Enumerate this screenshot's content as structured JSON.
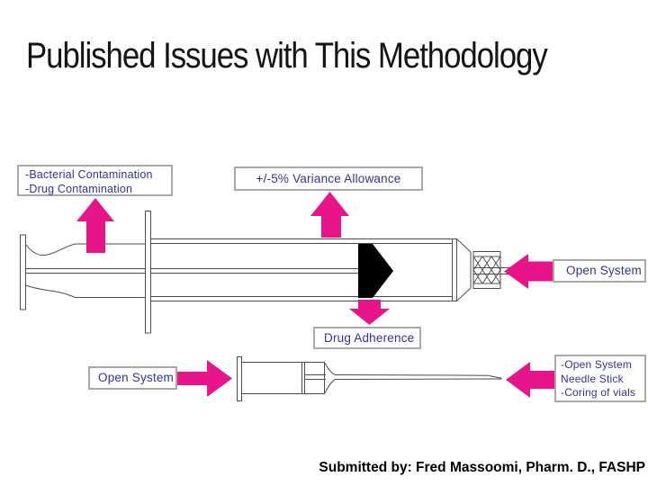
{
  "slide": {
    "title": "Published Issues with This Methodology",
    "footer": "Submitted by: Fred Massoomi, Pharm. D., FASHP"
  },
  "labels": {
    "contamination": [
      "-Bacterial Contamination",
      "-Drug Contamination"
    ],
    "variance": "+/-5% Variance Allowance",
    "open_system_right": "Open System",
    "drug_adherence": "Drug Adherence",
    "open_system_left": "Open System",
    "needle_issues": [
      "-Open System",
      "Needle Stick",
      "-Coring of vials"
    ]
  },
  "colors": {
    "arrow": "#E7148A",
    "label_text": "#333399",
    "label_border": "#A8A8A8",
    "line": "#4D4D4D"
  }
}
